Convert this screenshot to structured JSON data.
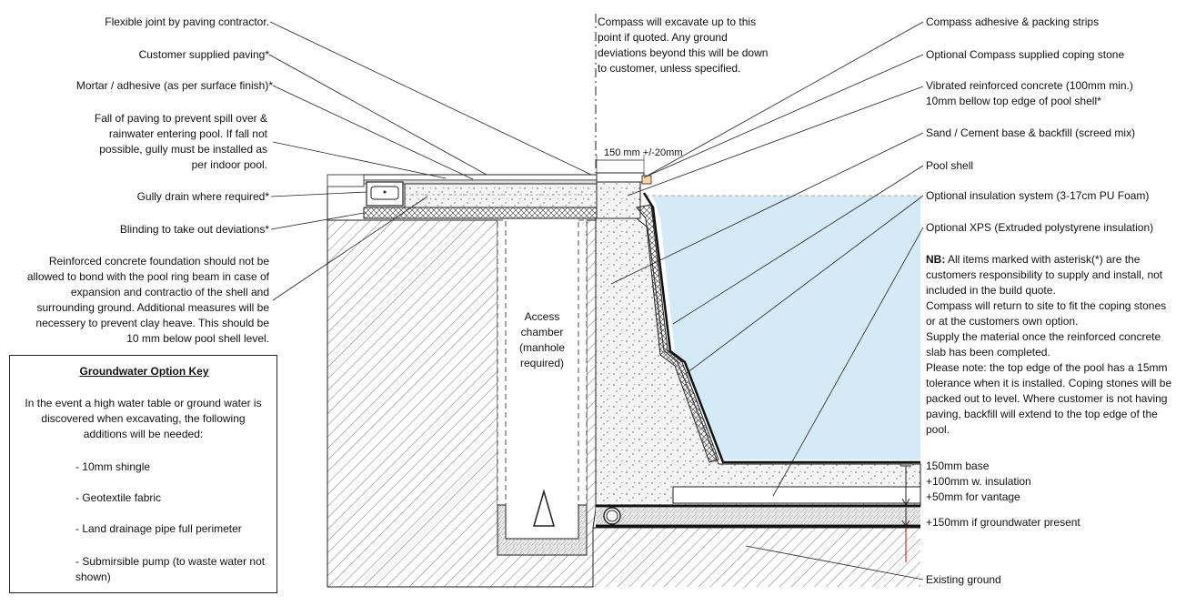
{
  "labels_left": {
    "flexible_joint": "Flexible joint by paving contractor.",
    "customer_paving": "Customer supplied paving*",
    "mortar": "Mortar / adhesive (as per surface finish)*",
    "fall_paving": [
      "Fall of paving to prevent spill over &",
      "rainwater entering pool. If fall not",
      "possible, gully must be installed as",
      "per indoor pool."
    ],
    "gully_drain": "Gully drain where required*",
    "blinding": "Blinding to take out deviations*",
    "foundation": [
      "Reinforced concrete foundation should not be",
      "allowed to bond with the pool ring beam in case of",
      "expansion and contractio of the shell and",
      "surrounding ground. Additional measures will be",
      "necessery to prevent clay heave. This should be",
      "10 mm below pool shell level."
    ]
  },
  "labels_center": {
    "excavate_note": [
      "Compass will excavate up to this",
      "point if quoted. Any ground",
      "deviations beyond this will be down",
      "to customer, unless specified."
    ],
    "dimension": "150 mm +/-20mm",
    "access_chamber": [
      "Access",
      "chamber",
      "(manhole",
      "required)"
    ]
  },
  "labels_right": {
    "adhesive_strips": "Compass adhesive & packing strips",
    "coping_stone": "Optional Compass supplied coping stone",
    "vibrated_concrete": [
      "Vibrated reinforced concrete (100mm min.)",
      "10mm bellow top edge of pool shell*"
    ],
    "sand_cement": "Sand / Cement base & backfill (screed mix)",
    "pool_shell": "Pool shell",
    "insulation": "Optional insulation system (3-17cm PU Foam)",
    "xps": "Optional XPS (Extruded polystyrene insulation)",
    "nb_heading": "NB:",
    "nb_first": " All items marked with asterisk(*) are the",
    "nb_lines": [
      "customers responsibility to supply and install, not",
      "included in the build quote.",
      "Compass will return to site to fit the coping stones",
      "or at the customers own option.",
      "Supply the material once the reinforced concrete",
      "slab has been completed.",
      "Please note: the top edge of the pool has a 15mm",
      "tolerance when it is installed. Coping stones will be",
      "packed out to level. Where customer is not having",
      "paving, backfill will extend to the top edge of the",
      "pool."
    ],
    "base_dims": [
      "150mm base",
      "+100mm w. insulation",
      "+50mm for vantage"
    ],
    "groundwater_dim": "+150mm if groundwater present",
    "existing_ground": "Existing ground"
  },
  "key": {
    "title": "Groundwater Option Key",
    "intro": [
      "In the event a high water table or ground water is",
      "discovered when excavating, the following",
      "additions will be needed:"
    ],
    "items": [
      "- 10mm shingle",
      "- Geotextile fabric",
      "- Land drainage pipe full perimeter",
      "- Submirsible pump (to waste water not",
      "shown)"
    ]
  },
  "colors": {
    "water": "#d4ebf7",
    "line": "#222222",
    "dim_red": "#c0392b"
  }
}
